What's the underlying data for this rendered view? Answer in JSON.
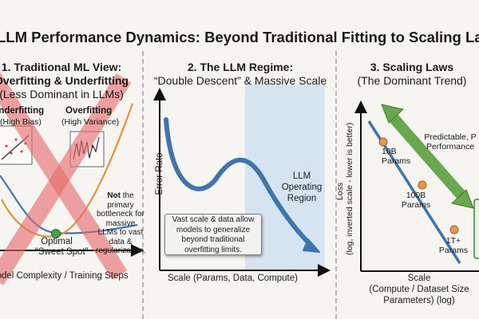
{
  "title": "LLM Performance Dynamics: Beyond Traditional Fitting to Scaling Laws",
  "panel1": {
    "title_line1": "1. Traditional ML View:",
    "title_line2": "Overfitting & Underfitting",
    "title_line3": "(Less Dominant in LLMs)",
    "underfit_label": "Underfitting",
    "underfit_sub": "(High Bias)",
    "overfit_label": "Overfitting",
    "overfit_sub": "(High Variance)",
    "note_bold": "Not",
    "note_rest": "the primary bottleneck for massive LLMs to vast data & regularization.",
    "optimal_line1": "Optimal",
    "optimal_line2": "“Sweet Spot”",
    "xlabel": "Model Complexity / Training Steps"
  },
  "panel2": {
    "title_line1": "2. The LLM Regime:",
    "title_line2": "“Double Descent” & Massive Scale",
    "ylabel": "Error Rate",
    "region_line1": "LLM",
    "region_line2": "Operating",
    "region_line3": "Region",
    "callout_line1": "Vast scale & data allow",
    "callout_line2": "models to generalize",
    "callout_line3": "beyond traditional",
    "callout_line4": "overfitting limits.",
    "xlabel": "Scale (Params, Data, Compute)"
  },
  "panel3": {
    "title_line1": "3. Scaling Laws",
    "title_line2": "(The Dominant Trend)",
    "ylabel_line1": "Loss",
    "ylabel_line2": "(log, inverted scale - lower is better)",
    "arrow_line1": "Predictable, P",
    "arrow_line2": "Performance",
    "points": [
      "10B Params",
      "100B Params",
      "1T+ Params"
    ],
    "xlabel_line1": "Scale",
    "xlabel_line2": "(Compute / Dataset Size",
    "xlabel_line3": "Parameters) (log)"
  }
}
